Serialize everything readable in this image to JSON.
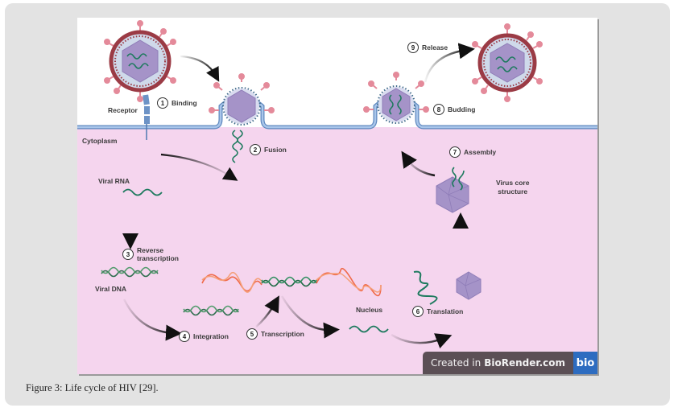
{
  "figure": {
    "caption": "Figure 3: Life cycle of HIV [29].",
    "labels": {
      "receptor": "Receptor",
      "cytoplasm": "Cytoplasm",
      "viral_rna": "Viral RNA",
      "viral_dna": "Viral DNA",
      "nucleus": "Nucleus",
      "virus_core_structure_line1": "Virus core",
      "virus_core_structure_line2": "structure"
    },
    "steps": [
      {
        "num": "1",
        "label": "Binding"
      },
      {
        "num": "2",
        "label": "Fusion"
      },
      {
        "num": "3",
        "label_line1": "Reverse",
        "label_line2": "transcription"
      },
      {
        "num": "4",
        "label": "Integration"
      },
      {
        "num": "5",
        "label": "Transcription"
      },
      {
        "num": "6",
        "label": "Translation"
      },
      {
        "num": "7",
        "label": "Assembly"
      },
      {
        "num": "8",
        "label": "Budding"
      },
      {
        "num": "9",
        "label": "Release"
      }
    ],
    "watermark": {
      "prefix": "Created in",
      "brand": "BioRender.com",
      "logo": "bio"
    },
    "colors": {
      "cytoplasm": "#f5d5ee",
      "membrane": "#8fb2dd",
      "capsid": "#a593c8",
      "rna": "#1e7a5e",
      "envelope": "#9b3b45",
      "spike": "#e48a9a",
      "host_dna": "#f06a4a",
      "badge_dark": "#5b4f55",
      "badge_blue": "#2d6cc0"
    }
  }
}
